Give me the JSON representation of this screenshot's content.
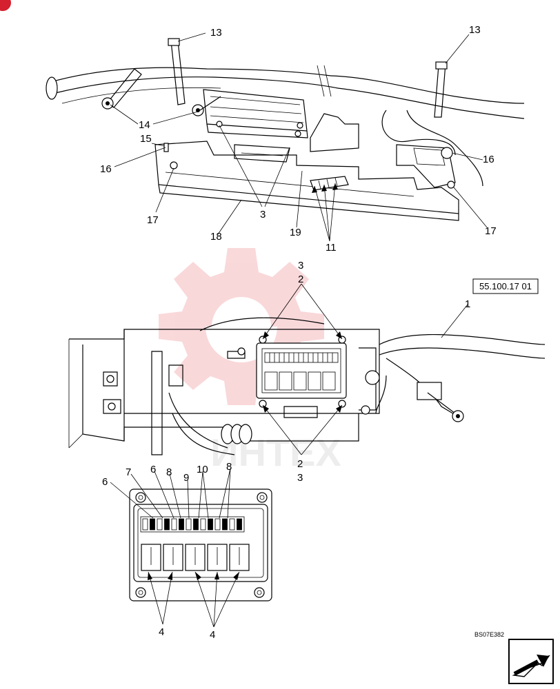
{
  "watermark": {
    "text": "ИНТЕХ",
    "color": "#e8505b"
  },
  "reference_box": {
    "text": "55.100.17 01"
  },
  "figure_code": "BS07E382",
  "callouts": {
    "c13a": "13",
    "c13b": "13",
    "c14": "14",
    "c15": "15",
    "c16a": "16",
    "c16b": "16",
    "c17a": "17",
    "c17b": "17",
    "c18": "18",
    "c3a": "3",
    "c19": "19",
    "c11": "11",
    "c3b": "3",
    "c2a": "2",
    "c1": "1",
    "c2b": "2",
    "c3c": "3",
    "c7": "7",
    "c6a": "6",
    "c6b": "6",
    "c8a": "8",
    "c9": "9",
    "c10": "10",
    "c8b": "8",
    "c4a": "4",
    "c4b": "4"
  },
  "nav": {
    "icon": "next-page-arrow-icon"
  }
}
